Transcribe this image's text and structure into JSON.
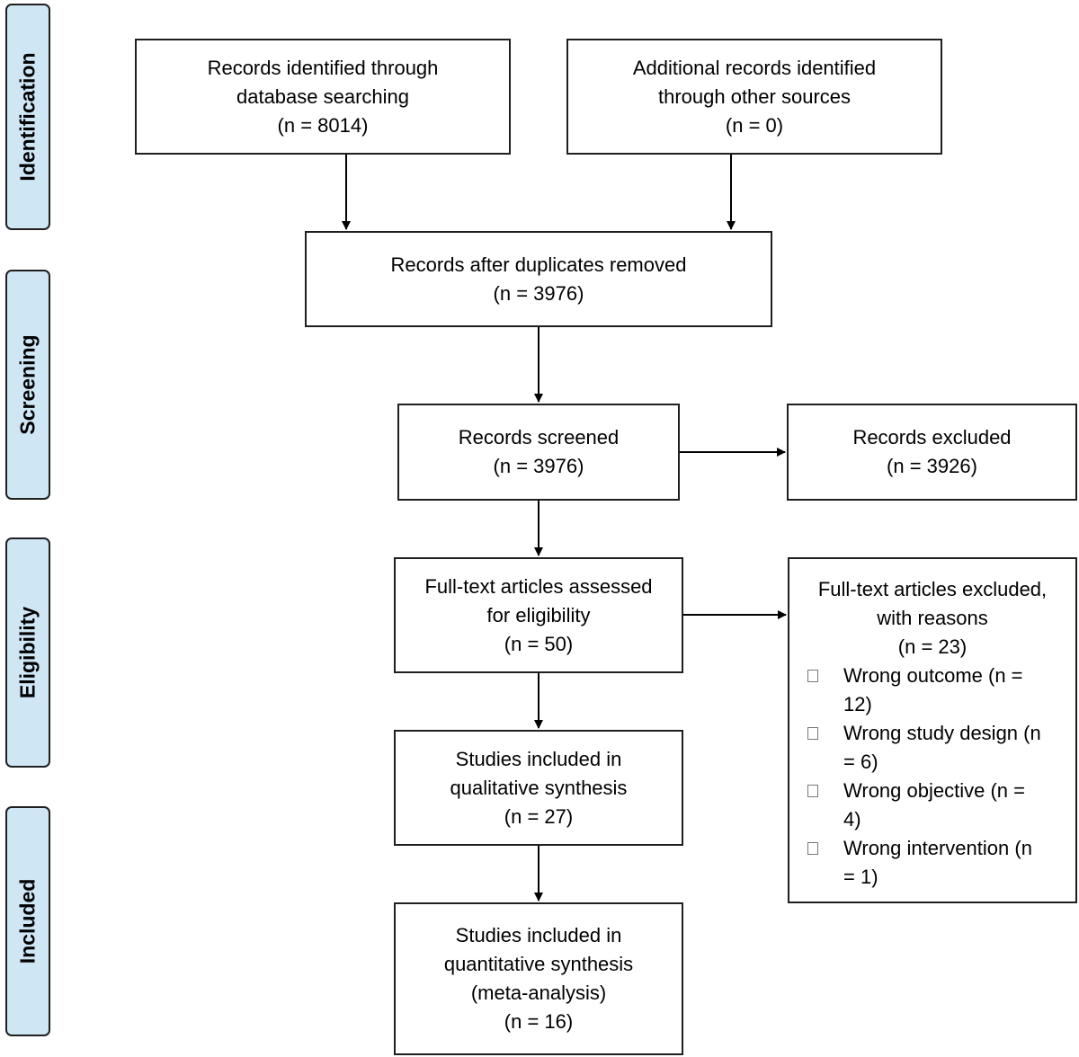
{
  "stages": {
    "identification": "Identification",
    "screening": "Screening",
    "eligibility": "Eligibility",
    "included": "Included"
  },
  "boxes": {
    "database_search": [
      "Records identified through",
      "database searching",
      "(n =  8014)"
    ],
    "other_sources": [
      "Additional records identified",
      "through other sources",
      "(n = 0)"
    ],
    "duplicates_removed": [
      "Records after duplicates removed",
      "(n =  3976)"
    ],
    "screened": [
      "Records screened",
      "(n =  3976)"
    ],
    "excluded": [
      "Records excluded",
      "(n =  3926)"
    ],
    "fulltext_assessed": [
      "Full-text articles assessed",
      "for eligibility",
      "(n =  50)"
    ],
    "fulltext_excluded": {
      "header": [
        "Full-text articles excluded,",
        "with reasons",
        "(n =  23)"
      ],
      "reasons": [
        [
          "Wrong outcome (n =",
          "12)"
        ],
        [
          "Wrong study design (n",
          "= 6)"
        ],
        [
          "Wrong objective (n =",
          "4)"
        ],
        [
          "Wrong intervention (n",
          "= 1)"
        ]
      ]
    },
    "qualitative": [
      "Studies included in",
      "qualitative synthesis",
      "(n = 27)"
    ],
    "quantitative": [
      "Studies included in",
      "quantitative synthesis",
      "(meta-analysis)",
      "(n = 16)"
    ]
  }
}
